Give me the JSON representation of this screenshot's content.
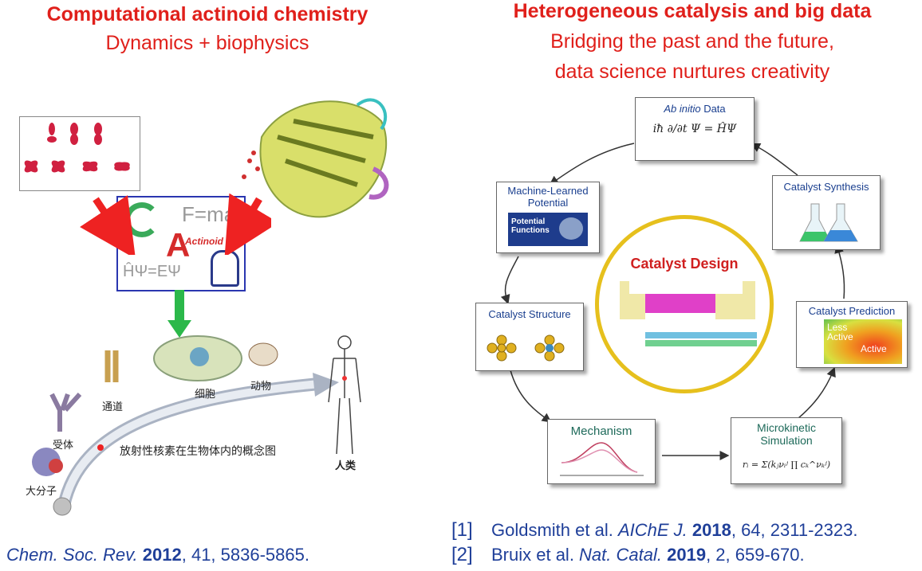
{
  "left": {
    "title": "Computational actinoid chemistry",
    "subtitle": "Dynamics + biophysics",
    "labels": {
      "center": "Actinoid",
      "receptor": "受体",
      "channel": "通道",
      "cell": "细胞",
      "animal": "动物",
      "human": "人类",
      "macromolecule": "大分子",
      "legend": "放射性核素在生物体内的概念图"
    },
    "formulas": {
      "fma": "F=ma",
      "hpsi": "ĤΨ=EΨ"
    },
    "reference": {
      "journal": "Chem. Soc. Rev.",
      "year": "2012",
      "details": ", 41, 5836-5865."
    }
  },
  "right": {
    "title": "Heterogeneous catalysis and big data",
    "subtitle_line1": "Bridging the past and the future,",
    "subtitle_line2": "data science nurtures creativity",
    "nodes": {
      "abinitio_italic": "Ab initio",
      "abinitio_rest": " Data",
      "abinitio_eq": "iħ ∂/∂t Ψ = ĤΨ",
      "ml_potential": "Machine-Learned Potential",
      "potential_functions": "Potential Functions",
      "catalyst_synthesis": "Catalyst Synthesis",
      "catalyst_design": "Catalyst Design",
      "catalyst_structure": "Catalyst Structure",
      "catalyst_prediction": "Catalyst Prediction",
      "less_active": "Less Active",
      "active": "Active",
      "mechanism": "Mechanism",
      "microkinetic": "Microkinetic Simulation",
      "rate_eq": "rᵢ = Σ(kⱼνᵢʲ ∏ cₖ^νₖʲ)"
    },
    "references": [
      {
        "num": "[1]",
        "authors": "Goldsmith et al. ",
        "journal": "AIChE J.",
        "year": "2018",
        "details": ", 64, 2311-2323."
      },
      {
        "num": "[2]",
        "authors": "Bruix et al. ",
        "journal": "Nat. Catal.",
        "year": "2019",
        "details": ", 2, 659-670."
      }
    ]
  },
  "colors": {
    "title_red": "#e0201b",
    "reference_blue": "#1f3f99",
    "design_ring": "#e6c01d",
    "frame_blue": "#2a36b0"
  }
}
